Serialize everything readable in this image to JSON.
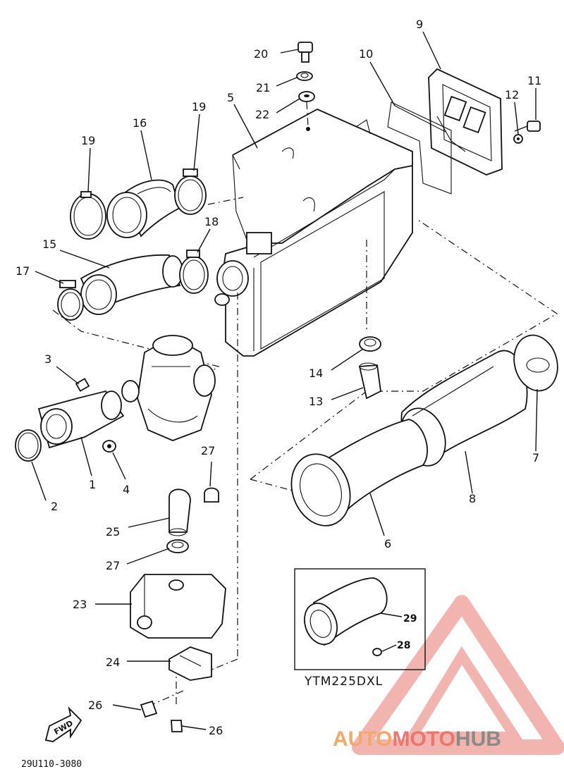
{
  "labels": {
    "p1": "1",
    "p2": "2",
    "p3": "3",
    "p4": "4",
    "p5": "5",
    "p6": "6",
    "p7": "7",
    "p8": "8",
    "p9": "9",
    "p10": "10",
    "p11": "11",
    "p12": "12",
    "p13": "13",
    "p14": "14",
    "p15": "15",
    "p16": "16",
    "p17": "17",
    "p18": "18",
    "p19a": "19",
    "p19b": "19",
    "p20": "20",
    "p21": "21",
    "p22": "22",
    "p23": "23",
    "p24": "24",
    "p25": "25",
    "p26a": "26",
    "p26b": "26",
    "p27a": "27",
    "p27b": "27",
    "p28": "28",
    "p29": "29"
  },
  "inset_caption": "YTM225DXL",
  "fwd_label": "FWD",
  "diagram_code": "29U110-3080",
  "watermark": {
    "part1": "AUTO",
    "part2": "MOTO",
    "part3": "HUB",
    "color_a": "#f2a96b",
    "color_b": "#e9776f",
    "color_c": "#8a8a8a"
  }
}
